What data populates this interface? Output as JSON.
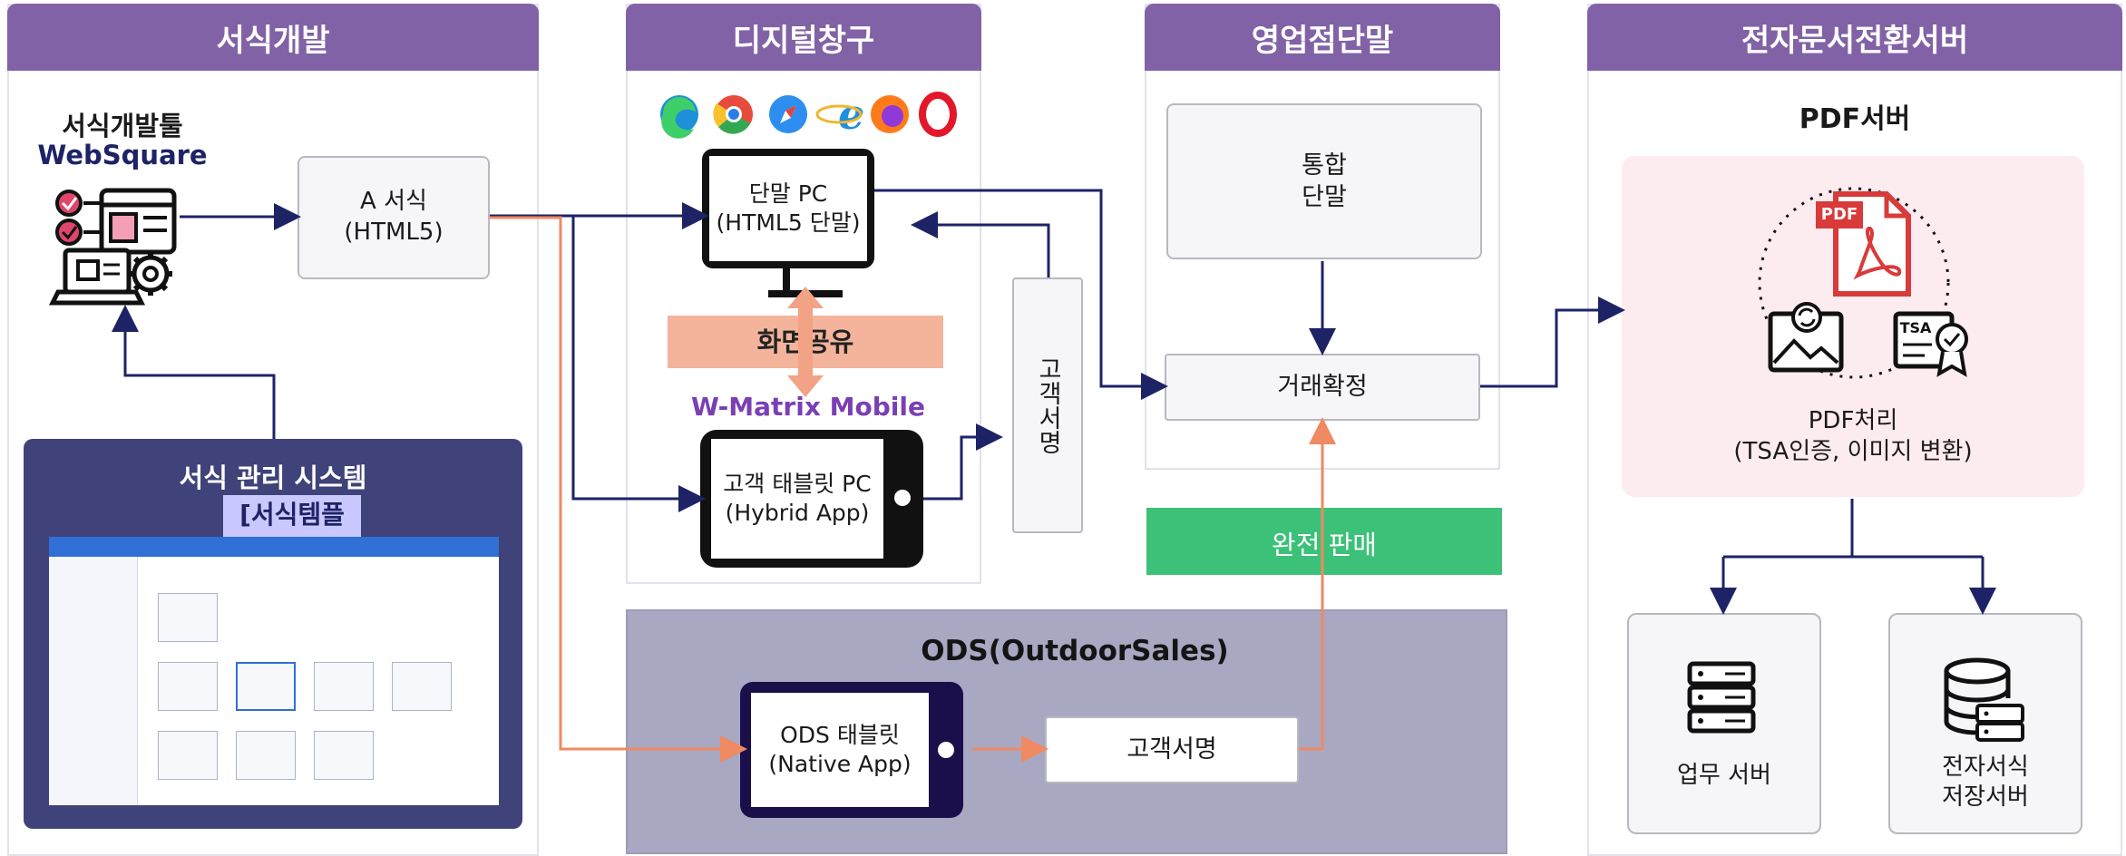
{
  "panels": {
    "form_dev": {
      "title": "서식개발"
    },
    "digital": {
      "title": "디지털창구"
    },
    "branch": {
      "title": "영업점단말"
    },
    "edoc": {
      "title": "전자문서전환서버"
    }
  },
  "form_dev": {
    "tool_title": "서식개발툴",
    "tool_name": "WebSquare",
    "form_box": "A 서식\n(HTML5)",
    "mgmt_title": "서식 관리 시스템",
    "mgmt_sub": "[서식템플릿]"
  },
  "digital": {
    "terminal": "단말 PC\n(HTML5 단말)",
    "screen_share": "화면공유",
    "wmatrix": "W-Matrix Mobile",
    "tablet": "고객 태블릿 PC\n(Hybrid App)",
    "signature": "고객서명"
  },
  "branch": {
    "integrated": "통합\n단말",
    "confirm": "거래확정",
    "complete_sale": "완전 판매"
  },
  "ods": {
    "title": "ODS(OutdoorSales)",
    "tablet": "ODS 태블릿\n(Native App)",
    "signature": "고객서명"
  },
  "edoc": {
    "pdf_server": "PDF서버",
    "pdf_badge": "PDF",
    "tsa_badge": "TSA",
    "pdf_process": "PDF처리\n(TSA인증, 이미지 변환)",
    "biz_server": "업무 서버",
    "storage_server": "전자서식\n저장서버"
  },
  "colors": {
    "header": "#8262a6",
    "navy": "#1e2366",
    "orange": "#ef8a62",
    "share": "#f4b49c",
    "green": "#3cc178",
    "ods_bg": "#a9a8c2",
    "mgmt_bg": "#3f4379",
    "pdf_red": "#d93a3a",
    "pink_bg": "#fdecef"
  },
  "icons": [
    "edge-icon",
    "chrome-icon",
    "safari-icon",
    "ie-icon",
    "firefox-icon",
    "opera-icon"
  ]
}
